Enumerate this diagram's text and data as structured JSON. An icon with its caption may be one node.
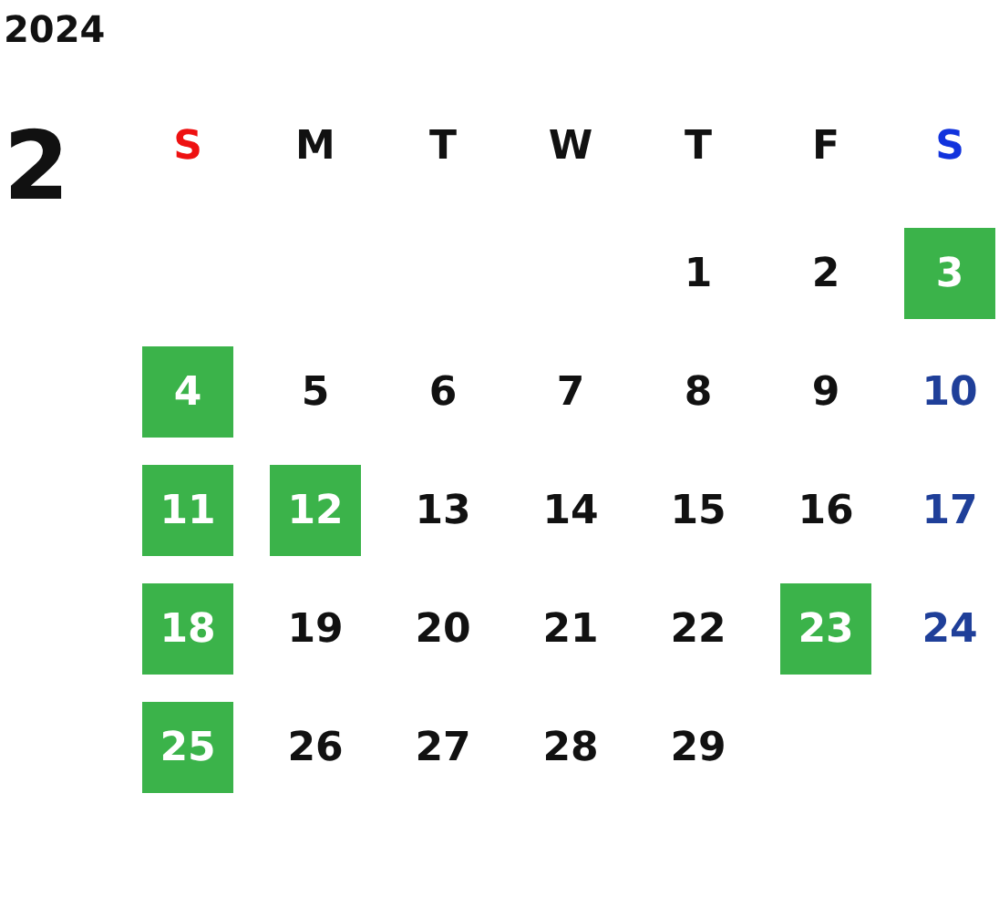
{
  "diagram": {
    "title": "2024",
    "labels": [
      "2",
      "S",
      "M",
      "T",
      "W",
      "T",
      "F",
      "S",
      "1",
      "2",
      "3",
      "4",
      "5",
      "6",
      "7",
      "8",
      "9",
      "10",
      "11",
      "12",
      "13",
      "14",
      "15",
      "16",
      "17",
      "18",
      "19",
      "20",
      "21",
      "22",
      "23",
      "24",
      "25",
      "26",
      "27",
      "28",
      "29"
    ]
  }
}
